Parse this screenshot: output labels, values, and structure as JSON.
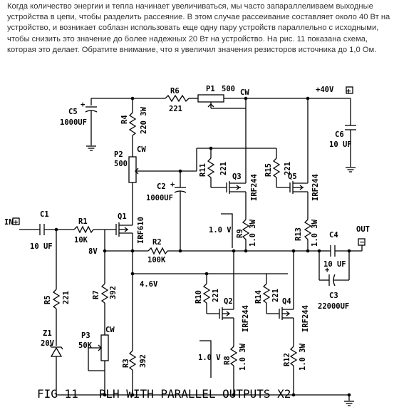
{
  "intro": {
    "paragraph": "Когда количество энергии и тепла начинает увеличиваться, мы часто запараллеливаем выходные устройства в цепи, чтобы разделить рассеяние. В этом случае рассеивание составляет около 40 Вт на устройство, и возникает соблазн использовать еще одну пару устройств параллельно с исходными, чтобы снизить это значение до более надежных 20 Вт на устройство. На рис. 11 показана схема, которая это делает. Обратите внимание, что я увеличил значения резисторов источника до 1,0 Ом."
  },
  "schematic": {
    "caption": "FIG 11   PLH WITH PARALLEL OUTPUTS X2",
    "supply": "+40V",
    "input": "IN",
    "output": "OUT",
    "cw": "CW",
    "p1": {
      "ref": "P1",
      "value": "500"
    },
    "p2": {
      "ref": "P2",
      "value": "500"
    },
    "p3": {
      "ref": "P3",
      "value": "50K"
    },
    "r1": {
      "ref": "R1",
      "value": "10K"
    },
    "r2": {
      "ref": "R2",
      "value": "100K"
    },
    "r3": {
      "ref": "R3",
      "value": "392"
    },
    "r4": {
      "ref": "R4",
      "value": "220 3W"
    },
    "r5": {
      "ref": "R5",
      "value": "221"
    },
    "r6": {
      "ref": "R6",
      "value": "221"
    },
    "r7": {
      "ref": "R7",
      "value": "392"
    },
    "r8": {
      "ref": "R8",
      "value": "1.0 3W"
    },
    "r9": {
      "ref": "R9",
      "value": "1.0 3W"
    },
    "r10": {
      "ref": "R10",
      "value": "221"
    },
    "r11": {
      "ref": "R11",
      "value": "221"
    },
    "r12": {
      "ref": "R12",
      "value": "1.0 3W"
    },
    "r13": {
      "ref": "R13",
      "value": "1.0 3W"
    },
    "r14": {
      "ref": "R14",
      "value": "221"
    },
    "r15": {
      "ref": "R15",
      "value": "221"
    },
    "c1": {
      "ref": "C1",
      "value": "10 UF"
    },
    "c2": {
      "ref": "C2",
      "value": "1000UF"
    },
    "c3": {
      "ref": "C3",
      "value": "22000UF"
    },
    "c4": {
      "ref": "C4",
      "value": "10 UF"
    },
    "c5": {
      "ref": "C5",
      "value": "1000UF"
    },
    "c6": {
      "ref": "C6",
      "value": "10 UF"
    },
    "q1": {
      "ref": "Q1",
      "part": "IRF610"
    },
    "q2": {
      "ref": "Q2",
      "part": "IRF244"
    },
    "q3": {
      "ref": "Q3",
      "part": "IRF244"
    },
    "q4": {
      "ref": "Q4",
      "part": "IRF244"
    },
    "q5": {
      "ref": "Q5",
      "part": "IRF244"
    },
    "z1": {
      "ref": "Z1",
      "value": "20V"
    },
    "v_8v": "8V",
    "v_46v": "4.6V",
    "v_top": "1.0 V",
    "v_bottom": "1.0 V"
  }
}
